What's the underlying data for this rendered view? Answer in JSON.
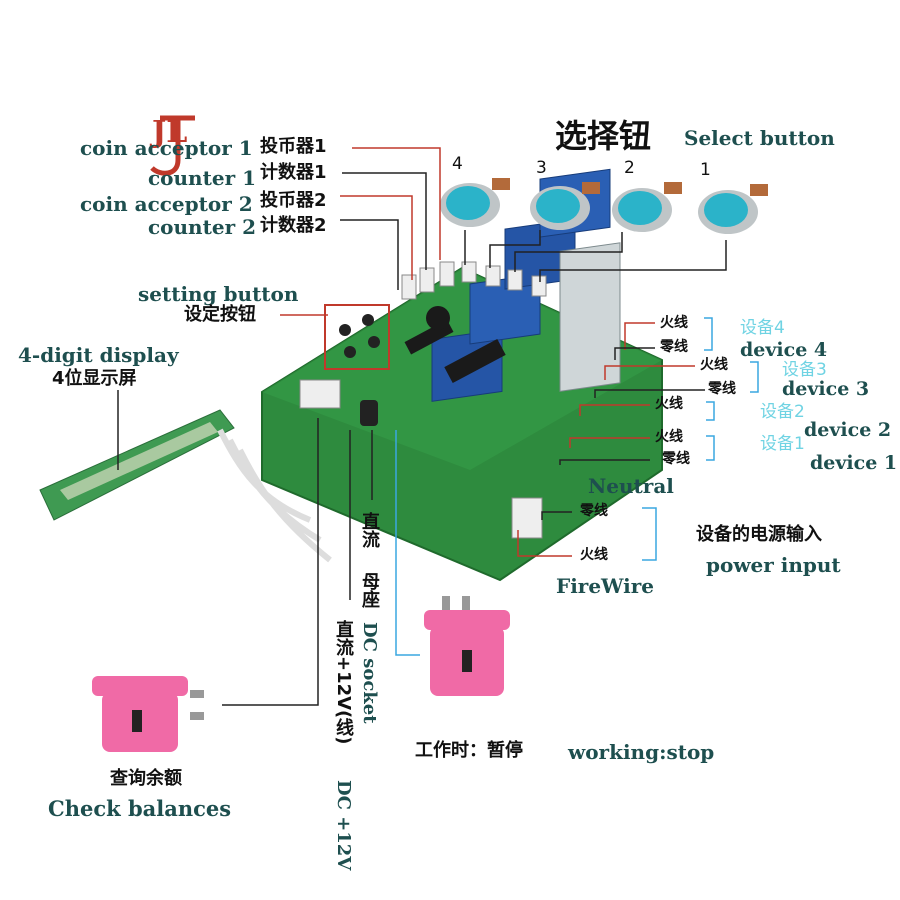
{
  "labels": {
    "select_cn": "选择钮",
    "select_en": "Select button",
    "btn_num_4": "4",
    "btn_num_3": "3",
    "btn_num_2": "2",
    "btn_num_1": "1",
    "coin1_en": "coin acceptor 1",
    "coin1_cn": "投币器1",
    "counter1_en": "counter 1",
    "counter1_cn": "计数器1",
    "coin2_en": "coin acceptor 2",
    "coin2_cn": "投币器2",
    "counter2_en": "counter 2",
    "counter2_cn": "计数器2",
    "setting_en": "setting button",
    "setting_cn": "设定按钮",
    "display_en": "4-digit display",
    "display_cn": "4位显示屏",
    "fire": "火线",
    "zero": "零线",
    "device4_cn": "设备4",
    "device3_cn": "设备3",
    "device2_cn": "设备2",
    "device1_cn": "设备1",
    "device4_en": "device 4",
    "device3_en": "device 3",
    "device2_en": "device 2",
    "device1_en": "device 1",
    "neutral_en": "Neutral",
    "power_cn": "设备的电源输入",
    "power_en": "power input",
    "firewire_en": "FireWire",
    "dc_cn": "直流",
    "socket_cn": "母座",
    "dc_socket_en": "DC socket",
    "dc12_cn": "直流+12V(线)",
    "dc12_en": "DC +12V",
    "working_cn": "工作时：暂停",
    "working_en": "working:stop",
    "check_cn": "查询余额",
    "check_en": "Check balances",
    "logo": "JL"
  },
  "colors": {
    "pcb": "#2e8b3e",
    "relay": "#2555a6",
    "button_cap": "#2bb3c9",
    "pink_button": "#f06aa6",
    "line_red": "#c0392b",
    "line_blue": "#3aa7e0",
    "line_dark": "#222222",
    "label_teal": "#1e4f4f",
    "label_cyan": "#6fd3e3"
  },
  "icons": {
    "select_buttons": "round-push-button-icon",
    "pcb": "circuit-board-icon",
    "display": "lcd-display-module-icon",
    "pink_buttons": "arcade-push-button-icon"
  }
}
